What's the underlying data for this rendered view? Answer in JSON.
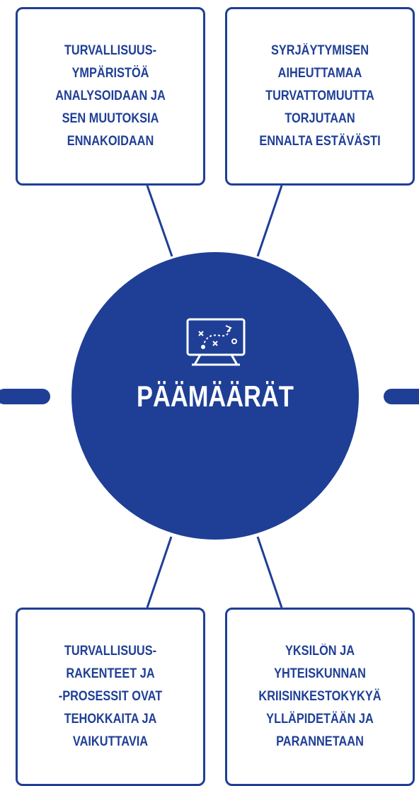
{
  "center": {
    "title": "PÄÄMÄÄRÄT",
    "icon": "strategy-board-icon",
    "color": "#1f3f96"
  },
  "boxes": {
    "top_left": "TURVALLISUUS-\nYMPÄRISTÖÄ\nANALYSOIDAAN JA\nSEN MUUTOKSIA\nENNAKOIDAAN",
    "top_right": "SYRJÄYTYMISEN\nAIHEUTTAMAA\nTURVATTOMUUTTA\nTORJUTAAN\nENNALTA ESTÄVÄSTI",
    "bottom_left": "TURVALLISUUS-\nRAKENTEET  JA\n-PROSESSIT OVAT\nTEHOKKAITA JA\nVAIKUTTAVIA",
    "bottom_right": "YKSILÖN JA\nYHTEISKUNNAN\nKRIISINKESTOKYKYÄ\nYLLÄPIDETÄÄN JA\nPARANNETAAN"
  },
  "colors": {
    "accent": "#1f3f96",
    "background": "#ffffff"
  }
}
